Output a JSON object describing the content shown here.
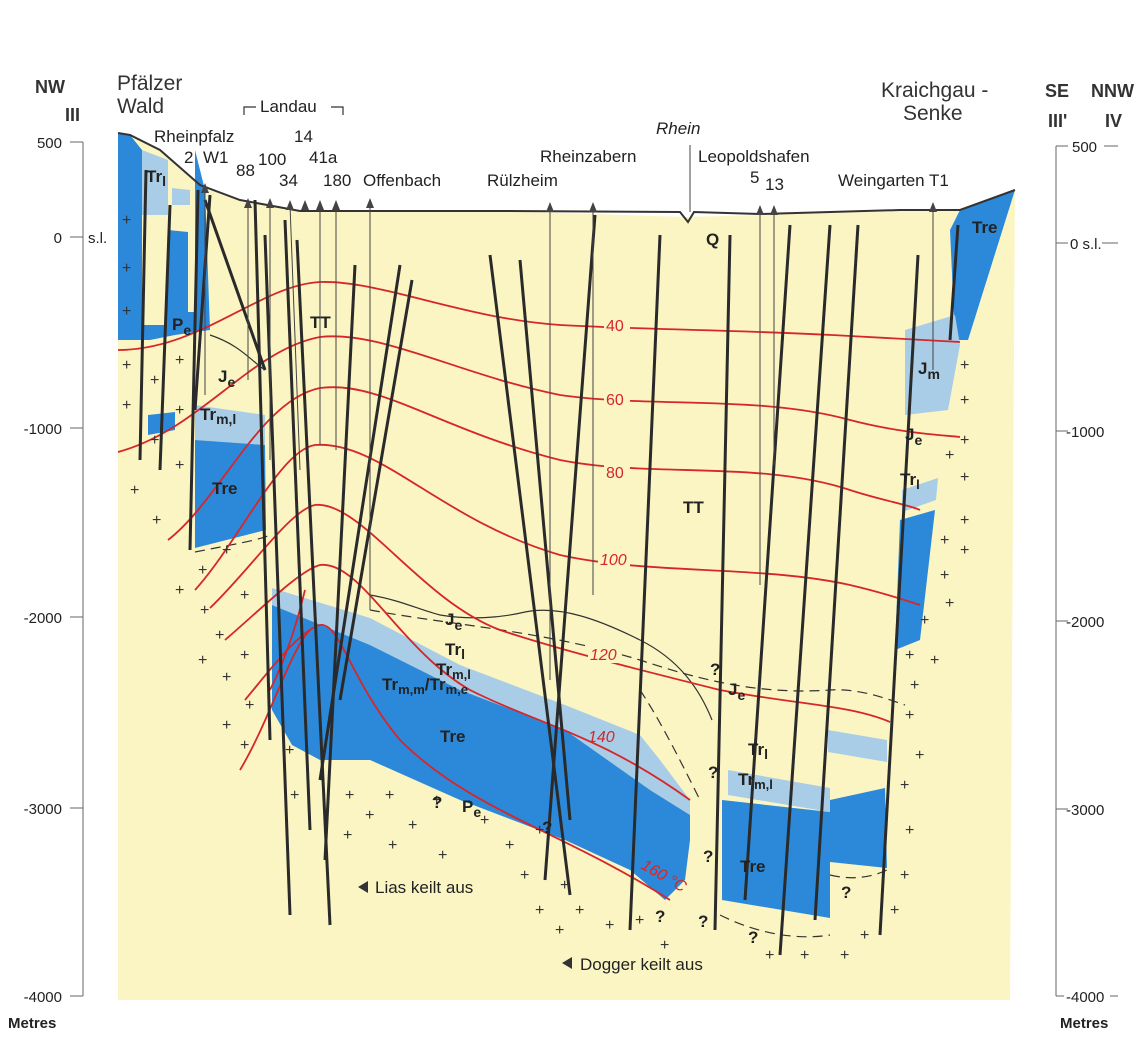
{
  "header": {
    "nw": "NW",
    "iii_left": "III",
    "se": "SE",
    "nnw": "NNW",
    "iii_right": "III'",
    "iv": "IV",
    "pfalzer_wald": [
      "Pfälzer",
      "Wald"
    ],
    "kraichgau": [
      "Kraichgau -",
      "Senke"
    ],
    "landau": "Landau",
    "rhein": "Rhein"
  },
  "wells": {
    "rheinpfalz": "Rheinpfalz",
    "w2": "2",
    "w1": "W1",
    "w88": "88",
    "w14": "14",
    "w100": "100",
    "w34": "34",
    "w41a": "41a",
    "w180": "180",
    "offenbach": "Offenbach",
    "rheinzabern": "Rheinzabern",
    "rulzheim": "Rülzheim",
    "leopoldshafen": "Leopoldshafen",
    "w5": "5",
    "w13": "13",
    "weingarten": "Weingarten T1"
  },
  "axis_left": {
    "ticks": [
      "500",
      "0",
      "-1000",
      "-2000",
      "-3000",
      "-4000"
    ],
    "sl": "s.l.",
    "unit": "Metres"
  },
  "axis_right": {
    "ticks": [
      "500",
      "0 s.l.",
      "-1000",
      "-2000",
      "-3000",
      "-4000"
    ],
    "unit": "Metres"
  },
  "units": {
    "tr_l": "Tr",
    "tr_l_sub": "l",
    "pe": "P",
    "pe_sub": "e",
    "je": "J",
    "je_sub": "e",
    "trml": "Tr",
    "trml_sub": "m,l",
    "tre": "Tre",
    "tt": "TT",
    "q": "Q",
    "jm": "J",
    "jm_sub": "m",
    "trm_me": "Tr",
    "trm_me_sub": "m,m",
    "trm_me_slash": "/Tr",
    "trm_me_sub2": "m,e",
    "question": "?"
  },
  "isotherms": [
    "40",
    "60",
    "80",
    "100",
    "120",
    "140",
    "160 °C"
  ],
  "annotations": {
    "lias": "Lias keilt aus",
    "dogger": "Dogger keilt aus"
  },
  "colors": {
    "background": "#fbf5c3",
    "triassic_dark": "#2c89d9",
    "triassic_light": "#a9cde6",
    "isotherm": "#d7262a",
    "fault": "#2a2a2a"
  }
}
